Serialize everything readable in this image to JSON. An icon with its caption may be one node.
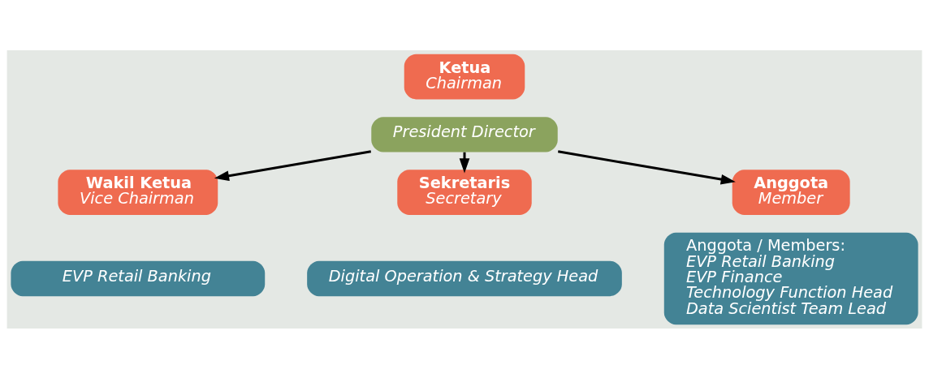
{
  "diagram": {
    "nodes": [
      {
        "text": [
          "Ketua",
          "Chairman"
        ]
      },
      {
        "text": [
          "President Director"
        ]
      },
      {
        "text": [
          "Wakil Ketua",
          "Vice Chairman"
        ]
      },
      {
        "text": [
          "EVP Retail Banking"
        ]
      },
      {
        "text": [
          "Sekretaris",
          "Secretary"
        ]
      },
      {
        "text": [
          "Digital Operation & Strategy Head"
        ]
      },
      {
        "text": [
          "Anggota",
          "Member"
        ]
      },
      {
        "text": [
          "Anggota / Members:",
          "EVP Retail Banking",
          "EVP Finance",
          "Technology Function Head",
          "Data Scientist Team Lead"
        ]
      }
    ],
    "edges": [
      {
        "from": 1,
        "to": 2,
        "arrow": "to"
      },
      {
        "from": 1,
        "to": 4,
        "arrow": "to"
      },
      {
        "from": 1,
        "to": 6,
        "arrow": "to"
      }
    ]
  }
}
